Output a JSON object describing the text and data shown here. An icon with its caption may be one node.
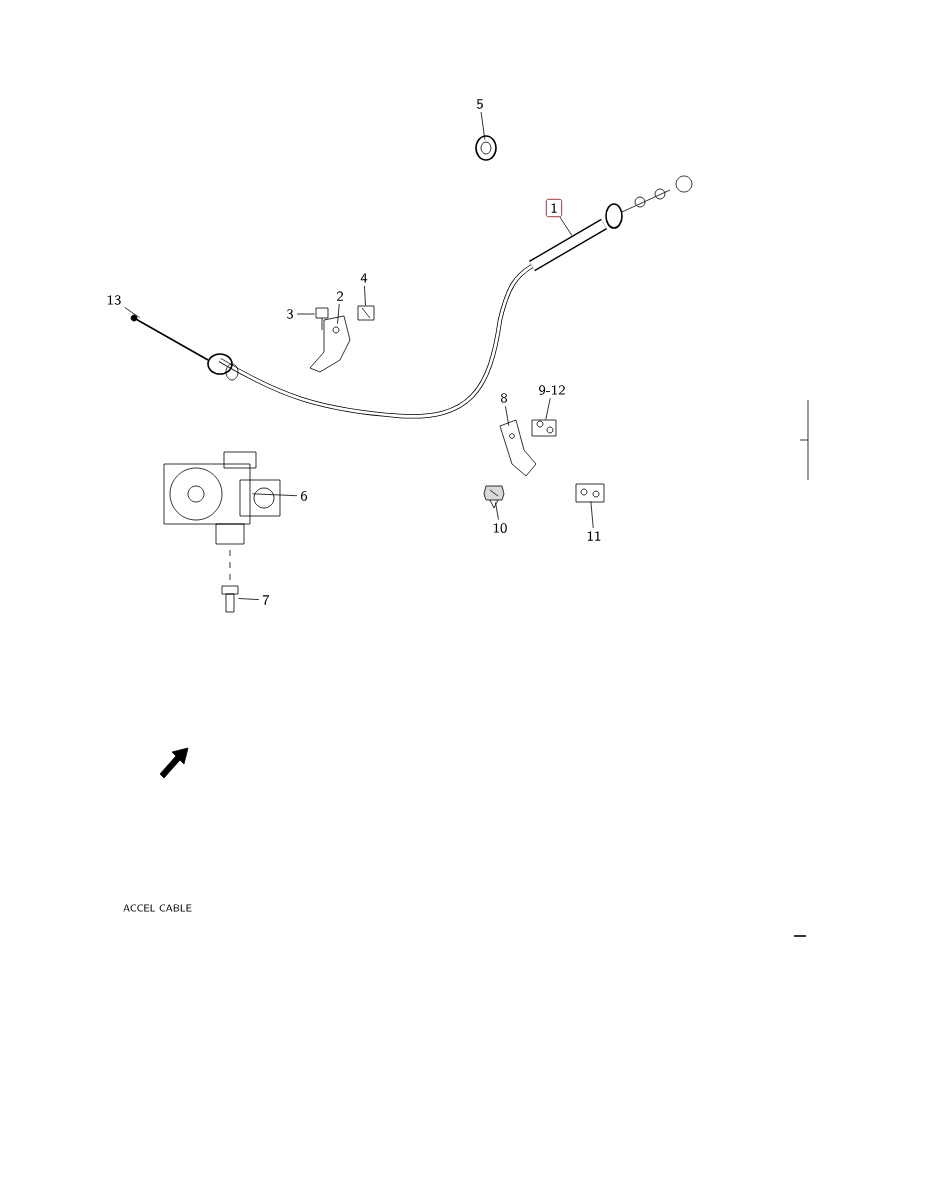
{
  "diagram": {
    "nodes": [
      {
        "text": [
          "5"
        ]
      },
      {
        "text": [
          "1"
        ]
      },
      {
        "text": [
          "4"
        ]
      },
      {
        "text": [
          "2"
        ]
      },
      {
        "text": [
          "3"
        ]
      },
      {
        "text": [
          "13"
        ]
      },
      {
        "text": [
          "9-12"
        ]
      },
      {
        "text": [
          "8"
        ]
      },
      {
        "text": [
          "6"
        ]
      },
      {
        "text": [
          "10"
        ]
      },
      {
        "text": [
          "11"
        ]
      },
      {
        "text": [
          "7"
        ]
      },
      {
        "text": [],
        "shape": "picture"
      },
      {
        "text": [],
        "shape": "picture"
      },
      {
        "text": [],
        "shape": "picture"
      },
      {
        "text": [],
        "shape": "picture"
      },
      {
        "text": [],
        "shape": "picture"
      },
      {
        "text": [],
        "shape": "picture"
      },
      {
        "text": [],
        "shape": "picture"
      },
      {
        "text": [],
        "shape": "picture"
      },
      {
        "text": [],
        "shape": "picture"
      },
      {
        "text": [],
        "shape": "picture"
      },
      {
        "text": [],
        "shape": "picture"
      },
      {
        "text": [],
        "shape": "picture"
      }
    ],
    "edges": [
      {
        "from": 0,
        "to": 12,
        "arrow": "none"
      },
      {
        "from": 1,
        "to": 13,
        "arrow": "none"
      },
      {
        "from": 2,
        "to": 14,
        "arrow": "none"
      },
      {
        "from": 3,
        "to": 15,
        "arrow": "none"
      },
      {
        "from": 4,
        "to": 16,
        "arrow": "none"
      },
      {
        "from": 5,
        "to": 17,
        "arrow": "none"
      },
      {
        "from": 6,
        "to": 18,
        "arrow": "none"
      },
      {
        "from": 7,
        "to": 19,
        "arrow": "none"
      },
      {
        "from": 8,
        "to": 20,
        "arrow": "none"
      },
      {
        "from": 9,
        "to": 21,
        "arrow": "none"
      },
      {
        "from": 10,
        "to": 22,
        "arrow": "none"
      },
      {
        "from": 11,
        "to": 23,
        "arrow": "none"
      }
    ],
    "labels": [
      "ACCEL CABLE"
    ]
  }
}
